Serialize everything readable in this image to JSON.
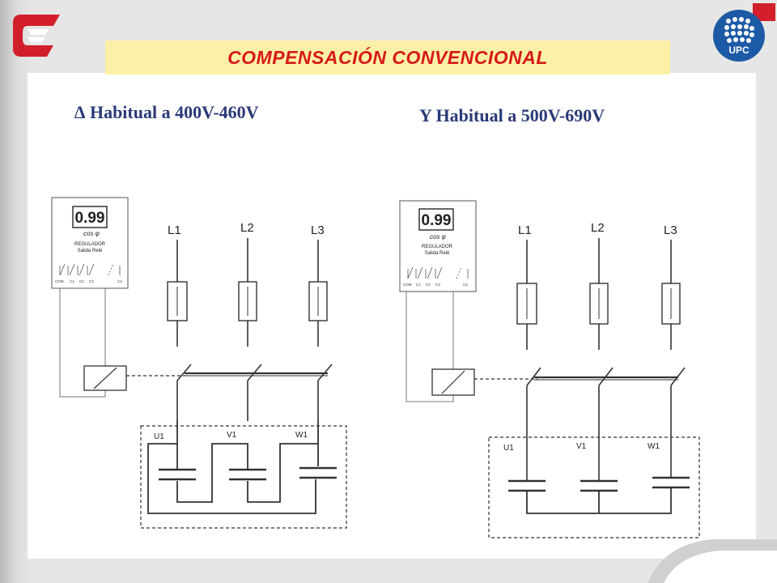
{
  "title": "COMPENSACIÓN CONVENCIONAL",
  "subtitle_left": "∆  Habitual a 400V-460V",
  "subtitle_right": "Y Habitual a 500V-690V",
  "logo_right_text": "UPC",
  "regulator": {
    "display": "0.99",
    "cos_label": "cos  φ",
    "line1": "REGULADOR",
    "line2": "Salida Relé",
    "terminals": [
      "COM",
      "C1",
      "C2",
      "C3",
      "C4"
    ]
  },
  "lines": [
    "L1",
    "L2",
    "L3"
  ],
  "terminals": [
    "U1",
    "V1",
    "W1"
  ],
  "colors": {
    "title_text": "#d61a1a",
    "title_bg": "#fbf0a6",
    "subtitle": "#2a3a78",
    "logo_red": "#d21f2b",
    "logo_blue": "#1d5aa6"
  }
}
